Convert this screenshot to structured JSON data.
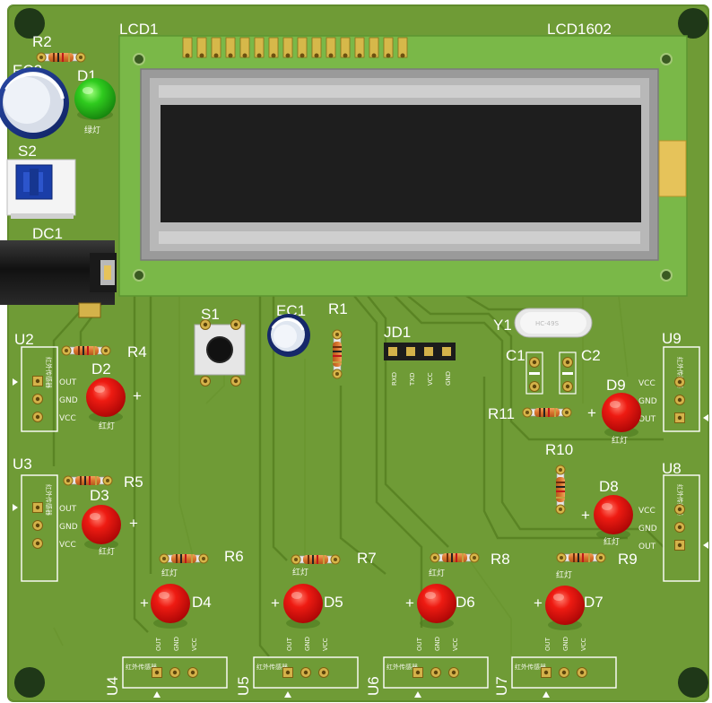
{
  "board": {
    "colors": {
      "pcb": "#6f9b36",
      "pcb_dark": "#5b8628",
      "silk": "#ffffff",
      "copper": "#c9a640",
      "led_red": "#e01010",
      "led_green": "#22b01a",
      "lcd_green": "#7ab848",
      "lcd_glass": "#1e1e1e"
    },
    "lcd": {
      "ref": "LCD1",
      "model": "LCD1602"
    },
    "top_left": {
      "r2": "R2",
      "ec2": "EC2",
      "d1": "D1",
      "d1_label": "绿灯",
      "s2": "S2",
      "dc1": "DC1"
    },
    "middle": {
      "s1": "S1",
      "ec1": "EC1",
      "r1": "R1",
      "jd1": "JD1",
      "jd1_pins": [
        "RXD",
        "TXD",
        "VCC",
        "GND"
      ],
      "y1": "Y1",
      "y1_marking": "HC-49S",
      "c1": "C1",
      "c2": "C2"
    },
    "sensors_left": [
      {
        "ref": "U2",
        "pins": [
          "OUT",
          "GND",
          "VCC"
        ],
        "title": "红外传感器"
      },
      {
        "ref": "U3",
        "pins": [
          "OUT",
          "GND",
          "VCC"
        ],
        "title": "红外传感器"
      }
    ],
    "sensors_right": [
      {
        "ref": "U9",
        "pins": [
          "VCC",
          "GND",
          "OUT"
        ],
        "title": "红外传感器"
      },
      {
        "ref": "U8",
        "pins": [
          "VCC",
          "GND",
          "OUT"
        ],
        "title": "红外传感器"
      }
    ],
    "sensors_bottom": [
      {
        "ref": "U4",
        "pins": [
          "OUT",
          "GND",
          "VCC"
        ],
        "title": "红外传感器"
      },
      {
        "ref": "U5",
        "pins": [
          "OUT",
          "GND",
          "VCC"
        ],
        "title": "红外传感器"
      },
      {
        "ref": "U6",
        "pins": [
          "OUT",
          "GND",
          "VCC"
        ],
        "title": "红外传感器"
      },
      {
        "ref": "U7",
        "pins": [
          "OUT",
          "GND",
          "VCC"
        ],
        "title": "红外传感器"
      }
    ],
    "resistors": {
      "r4": "R4",
      "r5": "R5",
      "r6": "R6",
      "r7": "R7",
      "r8": "R8",
      "r9": "R9",
      "r10": "R10",
      "r11": "R11"
    },
    "leds": {
      "d2": "D2",
      "d3": "D3",
      "d4": "D4",
      "d5": "D5",
      "d6": "D6",
      "d7": "D7",
      "d8": "D8",
      "d9": "D9",
      "red_label": "红灯",
      "plus": "+"
    }
  }
}
